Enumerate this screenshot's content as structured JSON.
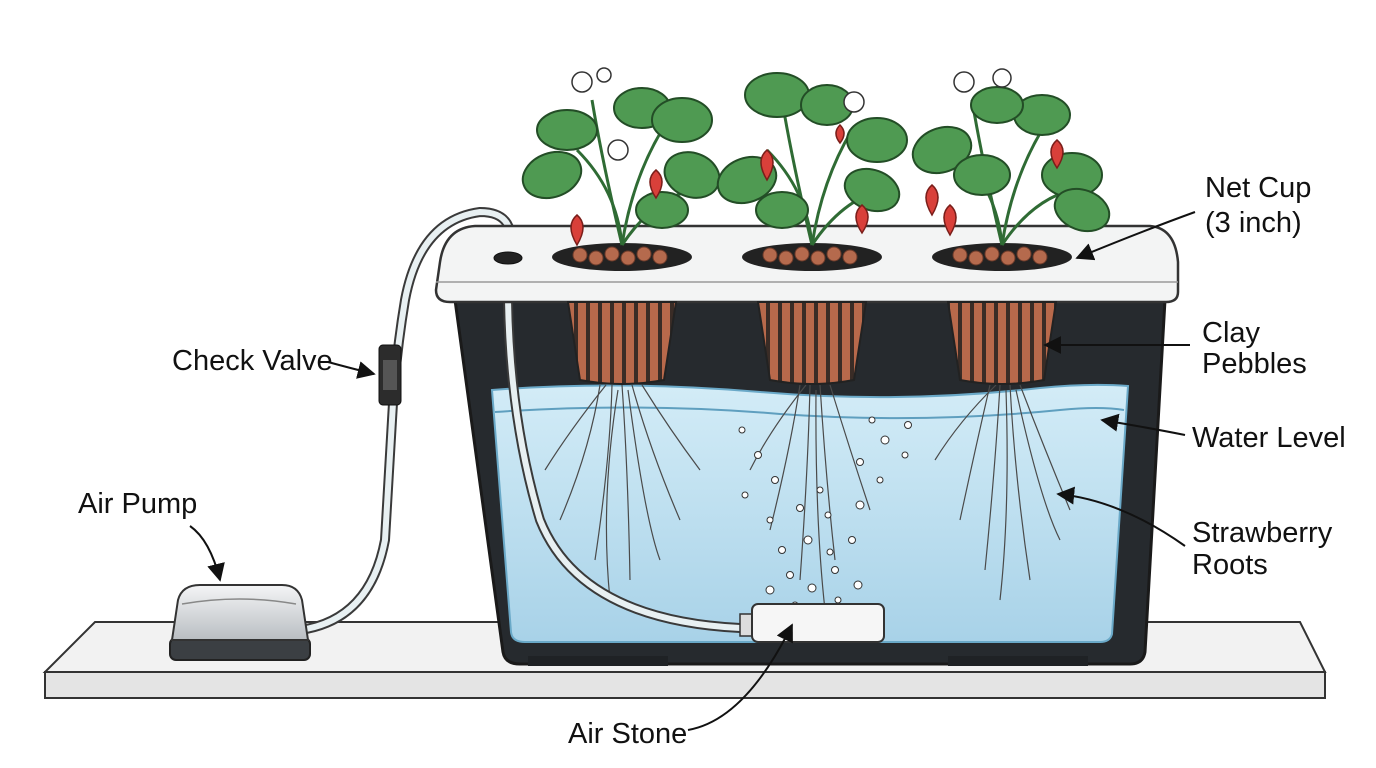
{
  "labels": {
    "net_cup": [
      "Net Cup",
      "(3 inch)"
    ],
    "clay_pebbles": [
      "Clay",
      "Pebbles"
    ],
    "water_level": "Water Level",
    "strawberry_roots": [
      "Strawberry",
      "Roots"
    ],
    "check_valve": "Check Valve",
    "air_pump": "Air Pump",
    "air_stone": "Air Stone"
  },
  "colors": {
    "outline": "#2a2a2a",
    "reservoir": "#262a2e",
    "water": "#bfe0f0",
    "lid": "#f3f4f4",
    "shelf": "#eeeeee",
    "leaf": "#4f9a52",
    "berry": "#d9403a",
    "pebble": "#b56a4d",
    "tube": "#e8f0f2"
  },
  "icons": [
    "air-pump-icon",
    "check-valve-icon",
    "air-stone-icon",
    "net-cup-icon",
    "strawberry-plant-icon"
  ]
}
